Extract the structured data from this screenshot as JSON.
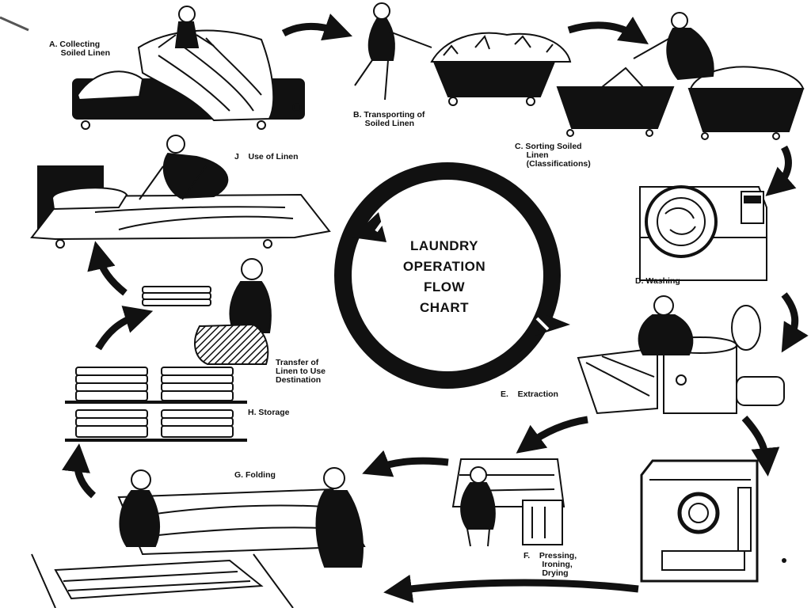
{
  "title": "LAUNDRY\nOPERATION\nFLOW\nCHART",
  "steps": [
    {
      "id": "A",
      "label": "A. Collecting\n     Soiled Linen"
    },
    {
      "id": "B",
      "label": "B. Transporting of\n     Soiled Linen"
    },
    {
      "id": "C",
      "label": "C. Sorting Soiled\n     Linen\n     (Classifications)"
    },
    {
      "id": "D",
      "label": "D. Washing"
    },
    {
      "id": "E",
      "label": "E.    Extraction"
    },
    {
      "id": "F",
      "label": "F.    Pressing,\n        Ironing,\n        Drying"
    },
    {
      "id": "G",
      "label": "G. Folding"
    },
    {
      "id": "H",
      "label": "H. Storage"
    },
    {
      "id": "I",
      "label": "Transfer of\nLinen to Use\nDestination"
    },
    {
      "id": "J",
      "label": "J    Use of Linen"
    }
  ],
  "colors": {
    "ink": "#111111",
    "background": "#ffffff"
  },
  "icons": [
    "curved-arrow-icon",
    "circular-cycle-arrow-icon"
  ]
}
